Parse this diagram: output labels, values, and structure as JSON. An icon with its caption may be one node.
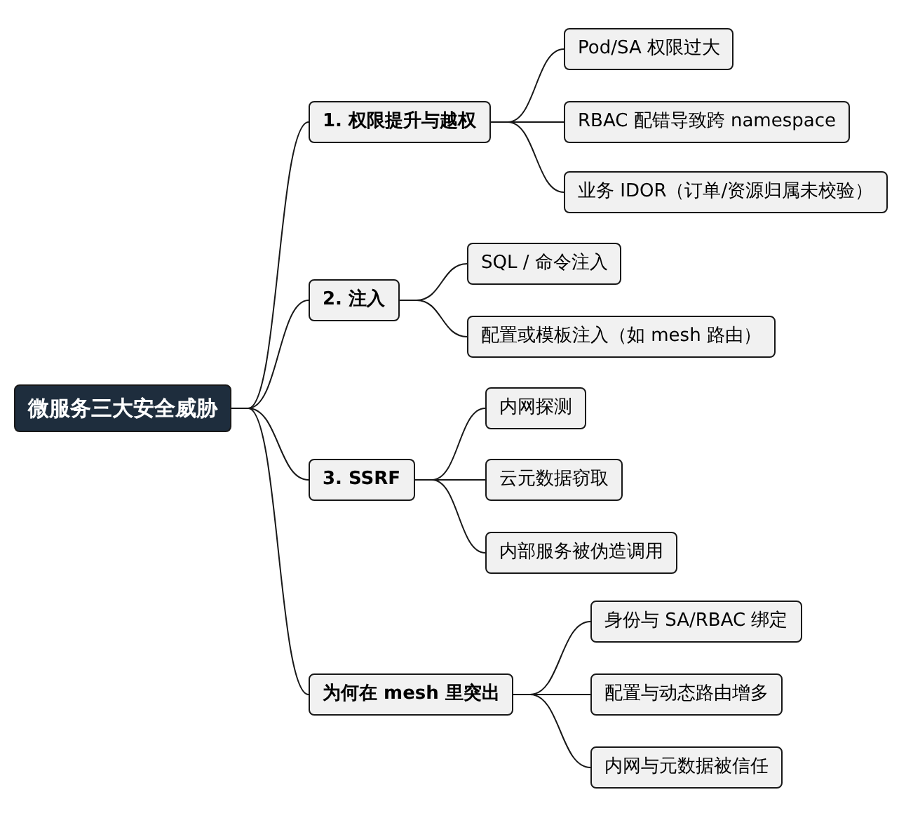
{
  "diagram": {
    "nodes": [
      {
        "text": [
          "微服务三大安全威胁"
        ]
      },
      {
        "text": [
          "1. 权限提升与越权"
        ]
      },
      {
        "text": [
          "Pod/SA 权限过大"
        ]
      },
      {
        "text": [
          "RBAC 配错导致跨 namespace"
        ]
      },
      {
        "text": [
          "业务 IDOR（订单/资源归属未校验）"
        ]
      },
      {
        "text": [
          "2. 注入"
        ]
      },
      {
        "text": [
          "SQL / 命令注入"
        ]
      },
      {
        "text": [
          "配置或模板注入（如 mesh 路由）"
        ]
      },
      {
        "text": [
          "3. SSRF"
        ]
      },
      {
        "text": [
          "内网探测"
        ]
      },
      {
        "text": [
          "云元数据窃取"
        ]
      },
      {
        "text": [
          "内部服务被伪造调用"
        ]
      },
      {
        "text": [
          "为何在 mesh 里突出"
        ]
      },
      {
        "text": [
          "身份与 SA/RBAC 绑定"
        ]
      },
      {
        "text": [
          "配置与动态路由增多"
        ]
      },
      {
        "text": [
          "内网与元数据被信任"
        ]
      }
    ],
    "edges": [
      {
        "from": 0,
        "to": 1,
        "arrow": "none"
      },
      {
        "from": 0,
        "to": 5,
        "arrow": "none"
      },
      {
        "from": 0,
        "to": 8,
        "arrow": "none"
      },
      {
        "from": 0,
        "to": 12,
        "arrow": "none"
      },
      {
        "from": 1,
        "to": 2,
        "arrow": "none"
      },
      {
        "from": 1,
        "to": 3,
        "arrow": "none"
      },
      {
        "from": 1,
        "to": 4,
        "arrow": "none"
      },
      {
        "from": 5,
        "to": 6,
        "arrow": "none"
      },
      {
        "from": 5,
        "to": 7,
        "arrow": "none"
      },
      {
        "from": 8,
        "to": 9,
        "arrow": "none"
      },
      {
        "from": 8,
        "to": 10,
        "arrow": "none"
      },
      {
        "from": 8,
        "to": 11,
        "arrow": "none"
      },
      {
        "from": 12,
        "to": 13,
        "arrow": "none"
      },
      {
        "from": 12,
        "to": 14,
        "arrow": "none"
      },
      {
        "from": 12,
        "to": 15,
        "arrow": "none"
      }
    ]
  }
}
